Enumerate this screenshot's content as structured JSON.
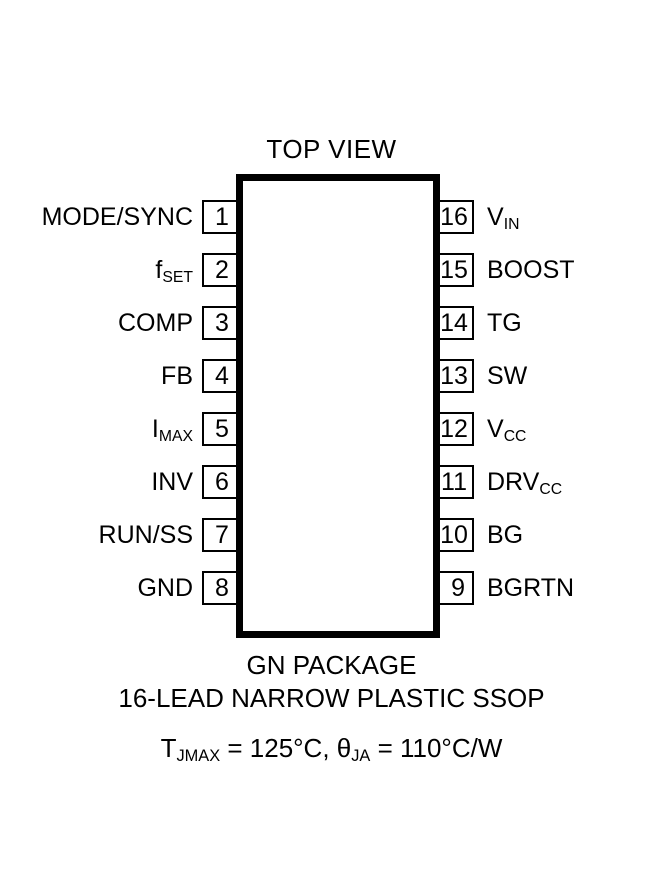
{
  "diagram": {
    "title": "TOP VIEW",
    "package_name": "GN PACKAGE",
    "package_description": "16-LEAD NARROW PLASTIC SSOP",
    "thermal_spec": {
      "tjmax_prefix": "T",
      "tjmax_subscript": "JMAX",
      "tjmax_value": " = 125°C, ",
      "theta_symbol": "θ",
      "theta_subscript": "JA",
      "theta_value": " = 110°C/W"
    },
    "colors": {
      "ink": "#000000",
      "background": "#ffffff"
    },
    "pins_left": [
      {
        "number": "1",
        "label": "MODE/SYNC",
        "sub": ""
      },
      {
        "number": "2",
        "label": "f",
        "sub": "SET"
      },
      {
        "number": "3",
        "label": "COMP",
        "sub": ""
      },
      {
        "number": "4",
        "label": "FB",
        "sub": ""
      },
      {
        "number": "5",
        "label": "I",
        "sub": "MAX"
      },
      {
        "number": "6",
        "label": "INV",
        "sub": ""
      },
      {
        "number": "7",
        "label": "RUN/SS",
        "sub": ""
      },
      {
        "number": "8",
        "label": "GND",
        "sub": ""
      }
    ],
    "pins_right": [
      {
        "number": "16",
        "label": "V",
        "sub": "IN"
      },
      {
        "number": "15",
        "label": "BOOST",
        "sub": ""
      },
      {
        "number": "14",
        "label": "TG",
        "sub": ""
      },
      {
        "number": "13",
        "label": "SW",
        "sub": ""
      },
      {
        "number": "12",
        "label": "V",
        "sub": "CC"
      },
      {
        "number": "11",
        "label": "DRV",
        "sub": "CC"
      },
      {
        "number": "10",
        "label": "BG",
        "sub": ""
      },
      {
        "number": "9",
        "label": "BGRTN",
        "sub": ""
      }
    ]
  }
}
